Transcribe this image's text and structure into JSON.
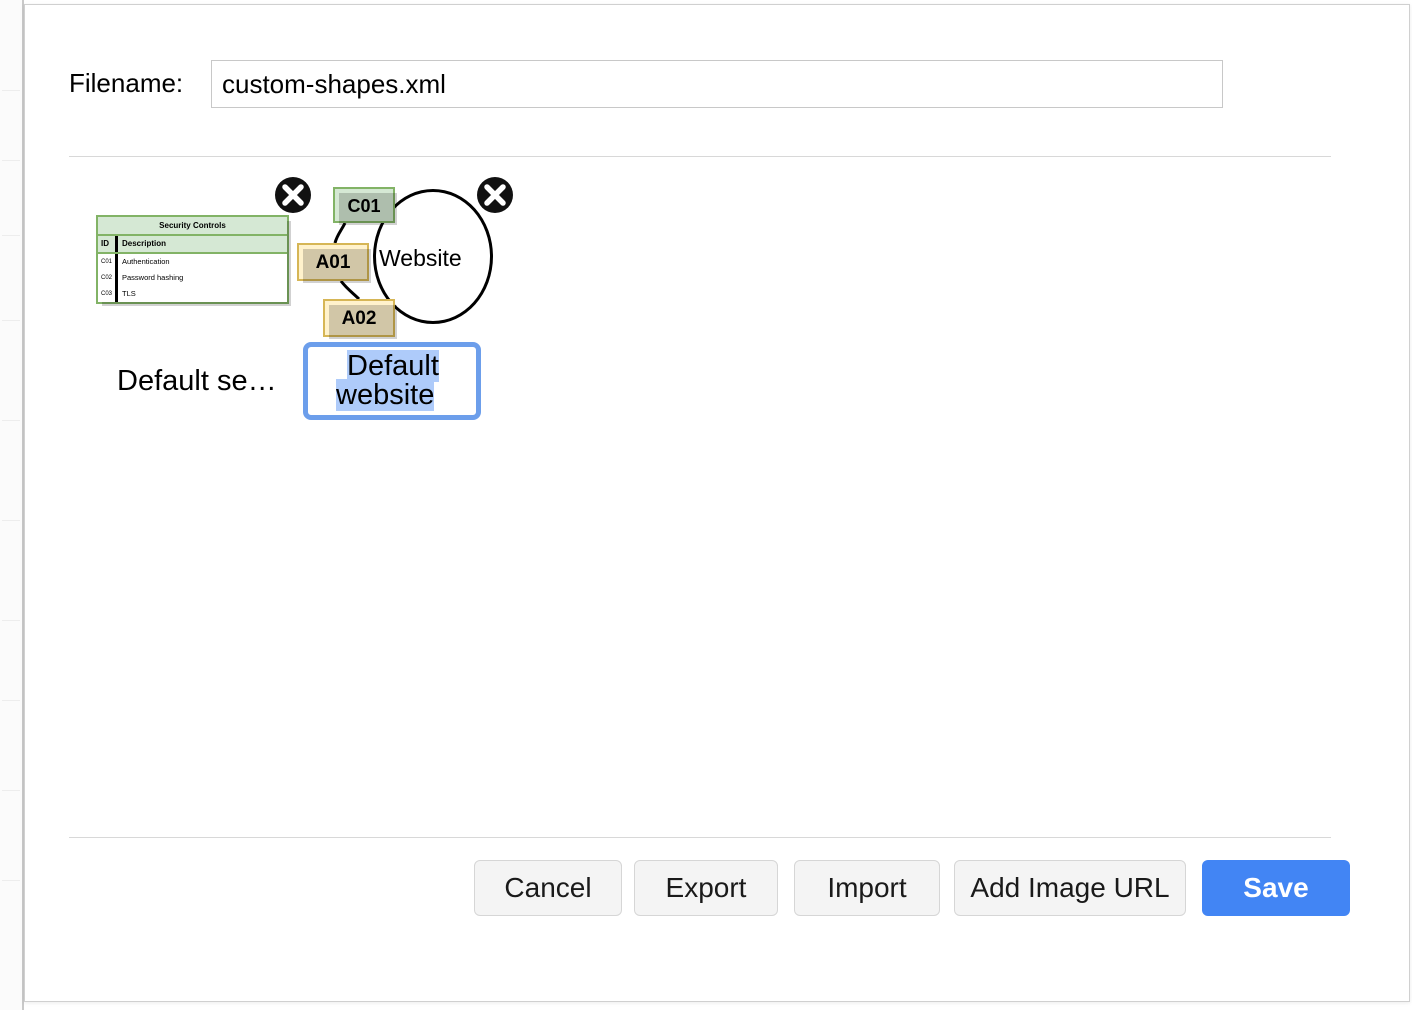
{
  "colors": {
    "primary_button": "#4285f4",
    "selection_highlight": "#aecbfa",
    "selection_border": "#6c9eeb",
    "green_fill": "#d5e8d4",
    "green_stroke": "#82b366",
    "yellow_fill": "#fff2cc",
    "yellow_stroke": "#d6b656",
    "divider": "#d8d8d8"
  },
  "dialog": {
    "filename": {
      "label": "Filename:",
      "value": "custom-shapes.xml",
      "placeholder": "Filename"
    }
  },
  "preview": {
    "table": {
      "title": "Security Controls",
      "columns": [
        "ID",
        "Description"
      ],
      "rows": [
        {
          "id": "C01",
          "description": "Authentication"
        },
        {
          "id": "C02",
          "description": "Password hashing"
        },
        {
          "id": "C03",
          "description": "TLS"
        }
      ]
    },
    "nodes": [
      {
        "key": "c01",
        "label": "C01"
      },
      {
        "key": "a01",
        "label": "A01"
      },
      {
        "key": "a02",
        "label": "A02"
      }
    ],
    "ellipse_label": "Website",
    "selected_textbox": {
      "line1": "Default",
      "line2": "website"
    },
    "plain_label": "Default se…",
    "delete_badges": [
      {
        "key": "delete-1",
        "icon": "close-x-icon"
      },
      {
        "key": "delete-2",
        "icon": "close-x-icon"
      }
    ]
  },
  "footer": {
    "buttons": [
      {
        "key": "cancel",
        "label": "Cancel"
      },
      {
        "key": "export",
        "label": "Export"
      },
      {
        "key": "import",
        "label": "Import"
      },
      {
        "key": "add_image_url",
        "label": "Add Image URL"
      },
      {
        "key": "save",
        "label": "Save"
      }
    ]
  }
}
